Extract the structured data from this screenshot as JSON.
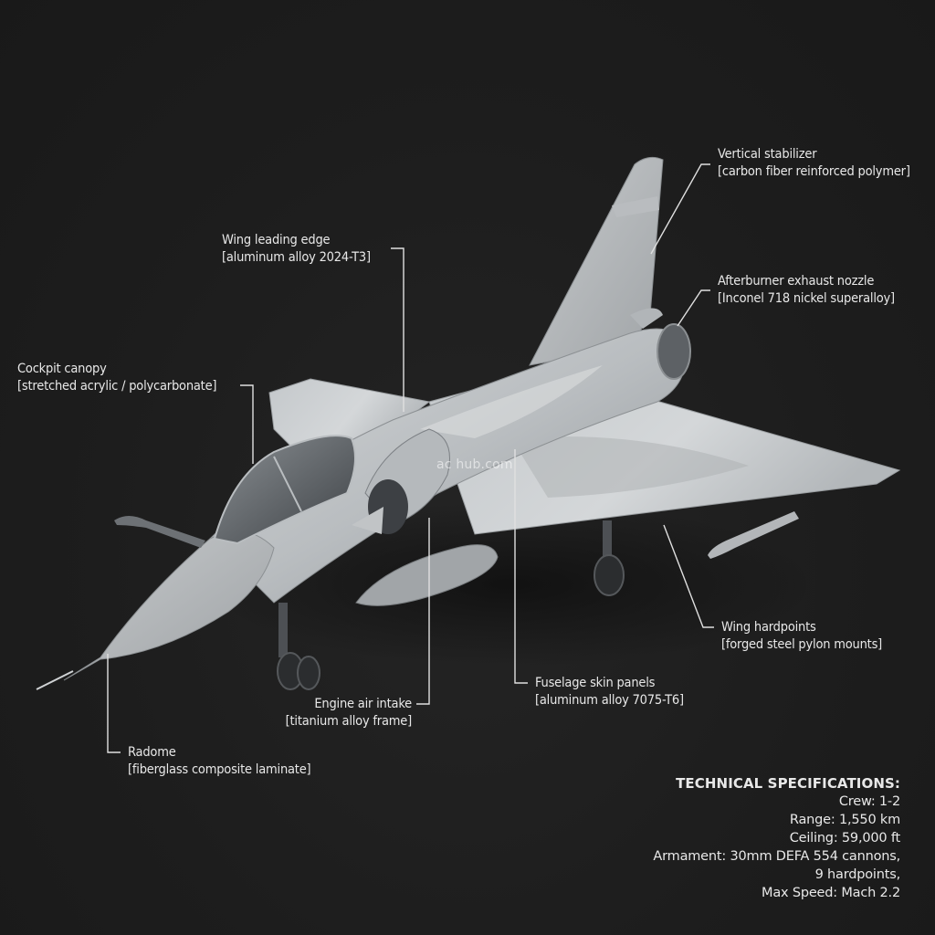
{
  "colors": {
    "background": "#1e1e1e",
    "text": "#e8e8e8",
    "leader_line": "#e0e0e0",
    "aircraft_light": "#c9ccce",
    "aircraft_mid": "#a7abae",
    "aircraft_dark": "#6e7276"
  },
  "watermark": "ac hub.com",
  "callouts": [
    {
      "id": "vertical-stabilizer",
      "name": "Vertical stabilizer",
      "material": "[carbon fiber reinforced polymer]"
    },
    {
      "id": "wing-leading-edge",
      "name": "Wing leading edge",
      "material": "[aluminum alloy 2024-T3]"
    },
    {
      "id": "afterburner-exhaust-nozzle",
      "name": "Afterburner exhaust nozzle",
      "material": "[Inconel 718 nickel superalloy]"
    },
    {
      "id": "cockpit-canopy",
      "name": "Cockpit canopy",
      "material": "[stretched acrylic / polycarbonate]"
    },
    {
      "id": "wing-hardpoints",
      "name": "Wing hardpoints",
      "material": "[forged steel pylon mounts]"
    },
    {
      "id": "fuselage-skin-panels",
      "name": "Fuselage skin panels",
      "material": "[aluminum alloy 7075-T6]"
    },
    {
      "id": "engine-air-intake",
      "name": "Engine air intake",
      "material": "[titanium alloy frame]"
    },
    {
      "id": "radome",
      "name": "Radome",
      "material": "[fiberglass composite laminate]"
    }
  ],
  "specifications": {
    "title": "TECHNICAL SPECIFICATIONS:",
    "lines": [
      "Crew: 1-2",
      "Range: 1,550 km",
      "Ceiling: 59,000 ft",
      "Armament: 30mm DEFA 554 cannons,",
      "9 hardpoints,",
      "Max Speed: Mach 2.2"
    ]
  }
}
